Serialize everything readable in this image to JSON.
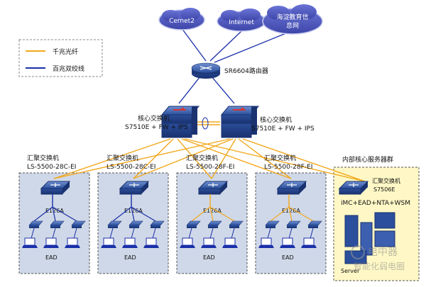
{
  "clouds": [
    {
      "label": "Cernet2"
    },
    {
      "label": "Internet"
    },
    {
      "label_line1": "海淀教育信",
      "label_line2": "息网"
    }
  ],
  "legend": {
    "fiber_label": "千兆光纤",
    "twisted_pair_label": "百兆双绞线"
  },
  "router": {
    "label": "SR6604路由器"
  },
  "core_switches": [
    {
      "line1": "核心交换机",
      "line2": "S7510E + FW + IPS"
    },
    {
      "line1": "核心交换机",
      "line2": "S7510E + FW + IPS"
    }
  ],
  "groups": [
    {
      "title_line1": "汇聚交换机",
      "title_line2": "LS-5500-28C-EI",
      "access_label": "E126A",
      "footer": "EAD"
    },
    {
      "title_line1": "汇聚交换机",
      "title_line2": "LS-5500-28C-EI",
      "access_label": "E126A",
      "footer": "EAD"
    },
    {
      "title_line1": "汇聚交换机",
      "title_line2": "LS-5500-28F-EI",
      "access_label": "E126A",
      "footer": "EAD"
    },
    {
      "title_line1": "汇聚交换机",
      "title_line2": "LS-5500-28F-EI",
      "access_label": "E126A",
      "footer": "EAD"
    }
  ],
  "server_zone": {
    "title": "内部核心服务器群",
    "switch_line1": "汇聚交换机",
    "switch_line2": "S7506E",
    "services": "iMC+EAD+NTA+WSM",
    "server_label": "Server"
  },
  "watermark": {
    "line1": "电中器",
    "line2": "智能化弱电圈"
  },
  "colors": {
    "fiber": "#f2a81d",
    "twisted_pair": "#1a2fa8",
    "cloud": "#4f58c2",
    "device": "#2b4f9c",
    "core_red": "#d8332f",
    "group_bg": "#cfd8e8",
    "server_bg": "#fff8c6"
  }
}
